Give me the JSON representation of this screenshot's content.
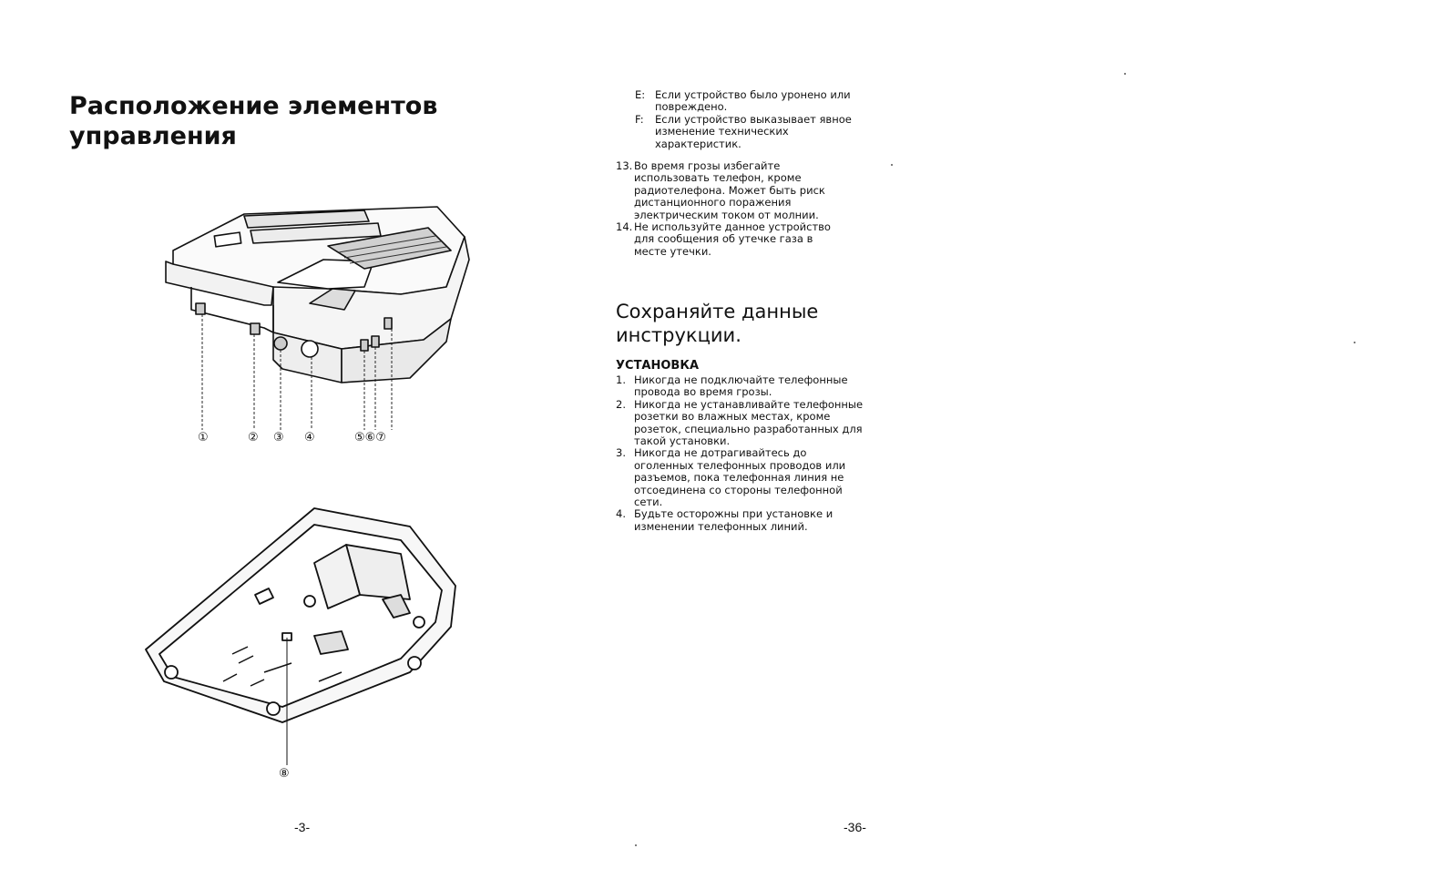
{
  "left_page": {
    "title_lines": [
      "Расположение элементов",
      "управления"
    ],
    "callouts": [
      "①",
      "②",
      "③",
      "④",
      "⑤⑥⑦",
      "⑧"
    ],
    "page_number": "-3-"
  },
  "right_page": {
    "ef_items": [
      {
        "letter": "E:",
        "text": "Если устройство было уронено или повреждено."
      },
      {
        "letter": "F:",
        "text": "Если устройство выказывает явное изменение технических характеристик."
      }
    ],
    "numbered_top": [
      {
        "n": "13.",
        "text": "Во время грозы избегайте использовать телефон, кроме радиотелефона. Может быть риск дистанционного поражения электрическим током от молнии."
      },
      {
        "n": "14.",
        "text": "Не используйте данное устройство для сообщения об утечке газа в месте утечки."
      }
    ],
    "section_title_lines": [
      "Сохраняйте данные",
      "инструкции."
    ],
    "subsection_title": "УСТАНОВКА",
    "install_items": [
      {
        "n": "1.",
        "text": "Никогда не подключайте телефонные провода во время грозы."
      },
      {
        "n": "2.",
        "text": "Никогда не устанавливайте телефонные розетки во влажных местах, кроме розеток, специально разработанных для такой установки."
      },
      {
        "n": "3.",
        "text": "Никогда не дотрагивайтесь до оголенных телефонных проводов или разъемов, пока телефонная линия не отсоединена со стороны телефонной сети."
      },
      {
        "n": "4.",
        "text": "Будьте осторожны при установке и изменении телефонных линий."
      }
    ],
    "page_number": "-36-"
  }
}
